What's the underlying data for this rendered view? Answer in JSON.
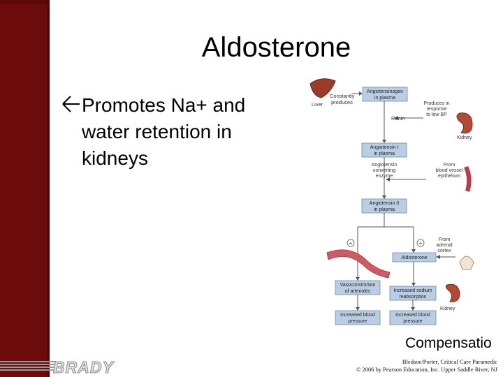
{
  "slide": {
    "title": "Aldosterone",
    "bullet": "Promotes Na+ and water retention in kidneys",
    "caption": "Compensatio",
    "credit_line1": "Bledsoe/Porter, Critical Care Paramedic",
    "credit_line2": "© 2006 by Pearson Education, Inc. Upper Saddle River, NJ",
    "logo_text": "BRADY"
  },
  "diagram": {
    "angiotensinogen": "Angiotensinogen in plasma",
    "constantly_produces": "Constantly produces",
    "liver": "Liver",
    "produces_in_response": "Produces in response to low BP",
    "renin": "Renin",
    "kidney_top": "Kidney",
    "angiotensin_1": "Angiotensin I in plasma",
    "ace": "Angiotensin converting enzyme",
    "from_vessel": "From blood vessel epithelium",
    "angiotensin_2": "Angiotensin II in plasma",
    "plus1": "+",
    "plus2": "+",
    "from_adrenal": "From adrenal cortex",
    "aldosterone": "Aldosterone",
    "vasoconstriction": "Vasoconstriction of arterioles",
    "sodium": "Increased sodium reabsorption",
    "kidney_bottom": "Kidney",
    "increased_bp1": "Increased blood pressure",
    "increased_bp2": "Increased blood pressure"
  },
  "colors": {
    "sidebar": "#6b0b0b",
    "box_fill": "#b9cde3",
    "box_border": "#6e8aa8",
    "arrow": "#555555"
  }
}
